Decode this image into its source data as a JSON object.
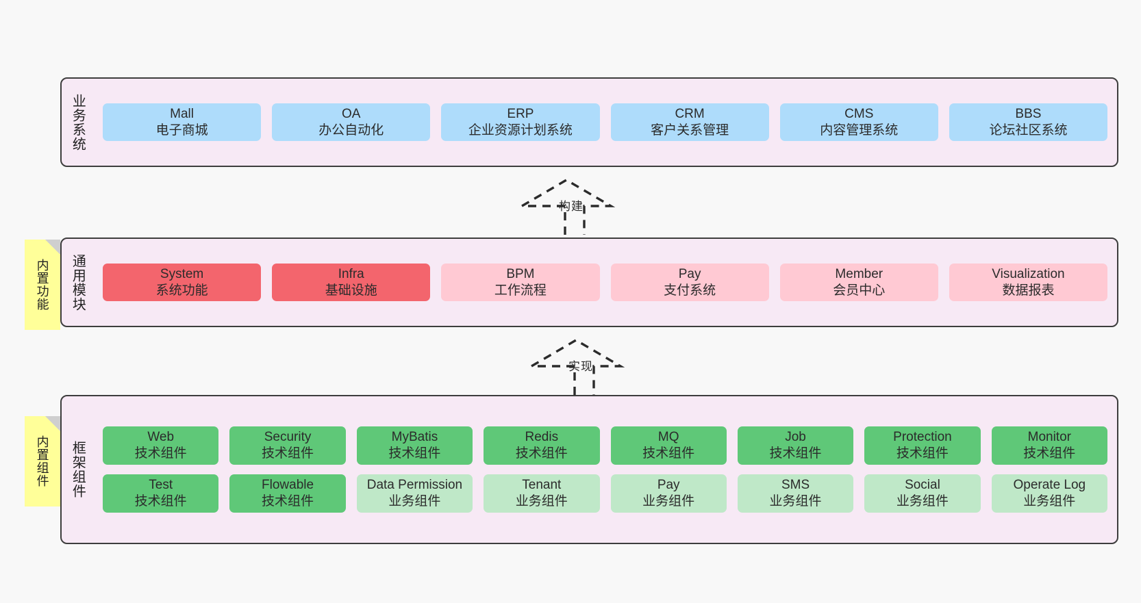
{
  "diagram": {
    "title_semantic": "layered-architecture-diagram",
    "colors": {
      "panel_bg": "#f7e9f5",
      "panel_border": "#3d3d3d",
      "business": "#aedcfb",
      "module_core": "#f3656d",
      "module_optional": "#ffc9d3",
      "framework_tech": "#5fc878",
      "framework_biz": "#bfe8c8",
      "note": "#ffff99",
      "page_bg": "#f8f8f8"
    }
  },
  "layers": [
    {
      "id": "business-system",
      "title": "业务系统",
      "rows": [
        {
          "cells": [
            {
              "l1": "Mall",
              "l2": "电子商城",
              "color": "c-blue"
            },
            {
              "l1": "OA",
              "l2": "办公自动化",
              "color": "c-blue"
            },
            {
              "l1": "ERP",
              "l2": "企业资源计划系统",
              "color": "c-blue"
            },
            {
              "l1": "CRM",
              "l2": "客户关系管理",
              "color": "c-blue"
            },
            {
              "l1": "CMS",
              "l2": "内容管理系统",
              "color": "c-blue"
            },
            {
              "l1": "BBS",
              "l2": "论坛社区系统",
              "color": "c-blue"
            }
          ]
        }
      ]
    },
    {
      "id": "common-module",
      "title": "通用模块",
      "note": "内置功能",
      "rows": [
        {
          "cells": [
            {
              "l1": "System",
              "l2": "系统功能",
              "color": "c-red"
            },
            {
              "l1": "Infra",
              "l2": "基础设施",
              "color": "c-red"
            },
            {
              "l1": "BPM",
              "l2": "工作流程",
              "color": "c-pink"
            },
            {
              "l1": "Pay",
              "l2": "支付系统",
              "color": "c-pink"
            },
            {
              "l1": "Member",
              "l2": "会员中心",
              "color": "c-pink"
            },
            {
              "l1": "Visualization",
              "l2": "数据报表",
              "color": "c-pink"
            }
          ]
        }
      ]
    },
    {
      "id": "framework-component",
      "title": "框架组件",
      "note": "内置组件",
      "rows": [
        {
          "cells": [
            {
              "l1": "Web",
              "l2": "技术组件",
              "color": "c-green"
            },
            {
              "l1": "Security",
              "l2": "技术组件",
              "color": "c-green"
            },
            {
              "l1": "MyBatis",
              "l2": "技术组件",
              "color": "c-green"
            },
            {
              "l1": "Redis",
              "l2": "技术组件",
              "color": "c-green"
            },
            {
              "l1": "MQ",
              "l2": "技术组件",
              "color": "c-green"
            },
            {
              "l1": "Job",
              "l2": "技术组件",
              "color": "c-green"
            },
            {
              "l1": "Protection",
              "l2": "技术组件",
              "color": "c-green"
            },
            {
              "l1": "Monitor",
              "l2": "技术组件",
              "color": "c-green"
            }
          ]
        },
        {
          "cells": [
            {
              "l1": "Test",
              "l2": "技术组件",
              "color": "c-green"
            },
            {
              "l1": "Flowable",
              "l2": "技术组件",
              "color": "c-green"
            },
            {
              "l1": "Data Permission",
              "l2": "业务组件",
              "color": "c-lightgreen"
            },
            {
              "l1": "Tenant",
              "l2": "业务组件",
              "color": "c-lightgreen"
            },
            {
              "l1": "Pay",
              "l2": "业务组件",
              "color": "c-lightgreen"
            },
            {
              "l1": "SMS",
              "l2": "业务组件",
              "color": "c-lightgreen"
            },
            {
              "l1": "Social",
              "l2": "业务组件",
              "color": "c-lightgreen"
            },
            {
              "l1": "Operate Log",
              "l2": "业务组件",
              "color": "c-lightgreen"
            }
          ]
        }
      ]
    }
  ],
  "arrows": [
    {
      "id": "arrow-build",
      "label": "构建"
    },
    {
      "id": "arrow-implement",
      "label": "实现"
    }
  ]
}
